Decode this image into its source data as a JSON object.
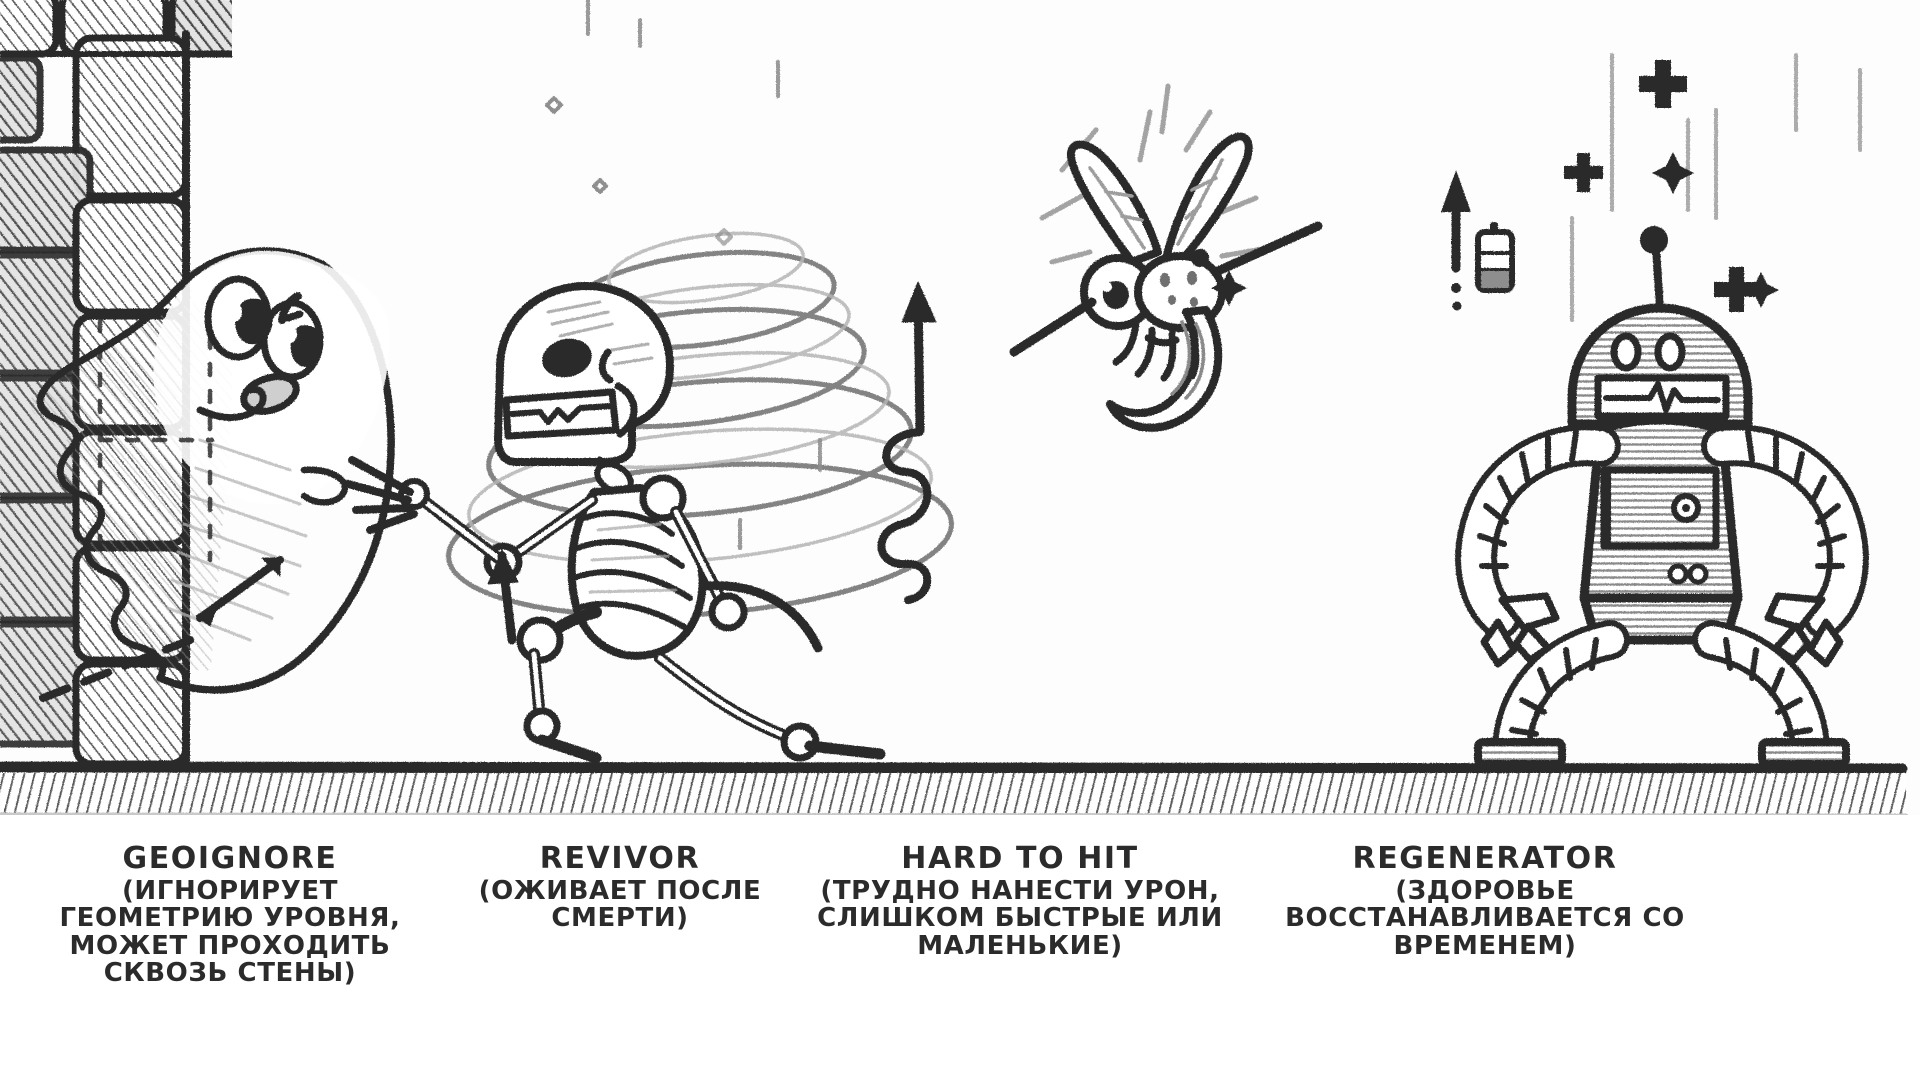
{
  "scene": {
    "style": "hand-drawn pencil sketch",
    "ink_color": "#2b2b2b",
    "paper_color": "#fdfdfd",
    "ground_label": "hatched-ground-strip",
    "wall_label": "brick-wall"
  },
  "characters": [
    {
      "id": "ghost",
      "name": "GEOIGNORE",
      "icon": "ghost-character",
      "note": "semi-transparent ghost passing through brick wall, dashed outline behind wall, motion arrows"
    },
    {
      "id": "skeleton",
      "name": "REVIVOR",
      "icon": "skeleton-character",
      "note": "skeleton reassembling, swirling revive spiral, rising arrows"
    },
    {
      "id": "mosquito",
      "name": "HARD TO HIT",
      "icon": "mosquito-character",
      "note": "tiny fast flying mosquito with buzzing wings and looping trail arrow"
    },
    {
      "id": "robot",
      "name": "REGENERATOR",
      "icon": "robot-character",
      "note": "robot with battery charge arrow and health plus symbols"
    }
  ],
  "captions": [
    {
      "id": "geoignore",
      "title": "GEOIGNORE",
      "subtitle_lines": [
        "(ИГНОРИРУЕТ",
        "ГЕОМЕТРИЮ УРОВНЯ,",
        "МОЖЕТ ПРОХОДИТЬ",
        "СКВОЗЬ СТЕНЫ)"
      ]
    },
    {
      "id": "revivor",
      "title": "REVIVOR",
      "subtitle_lines": [
        "(ОЖИВАЕТ ПОСЛЕ",
        "СМЕРТИ)"
      ]
    },
    {
      "id": "hardtohit",
      "title": "HARD TO HIT",
      "subtitle_lines": [
        "(ТРУДНО НАНЕСТИ УРОН,",
        "СЛИШКОМ БЫСТРЫЕ ИЛИ",
        "МАЛЕНЬКИЕ)"
      ]
    },
    {
      "id": "regenerator",
      "title": "REGENERATOR",
      "subtitle_lines": [
        "(ЗДОРОВЬЕ",
        "ВОССТАНАВЛИВАЕТСЯ СО",
        "ВРЕМЕНЕМ)"
      ]
    }
  ]
}
